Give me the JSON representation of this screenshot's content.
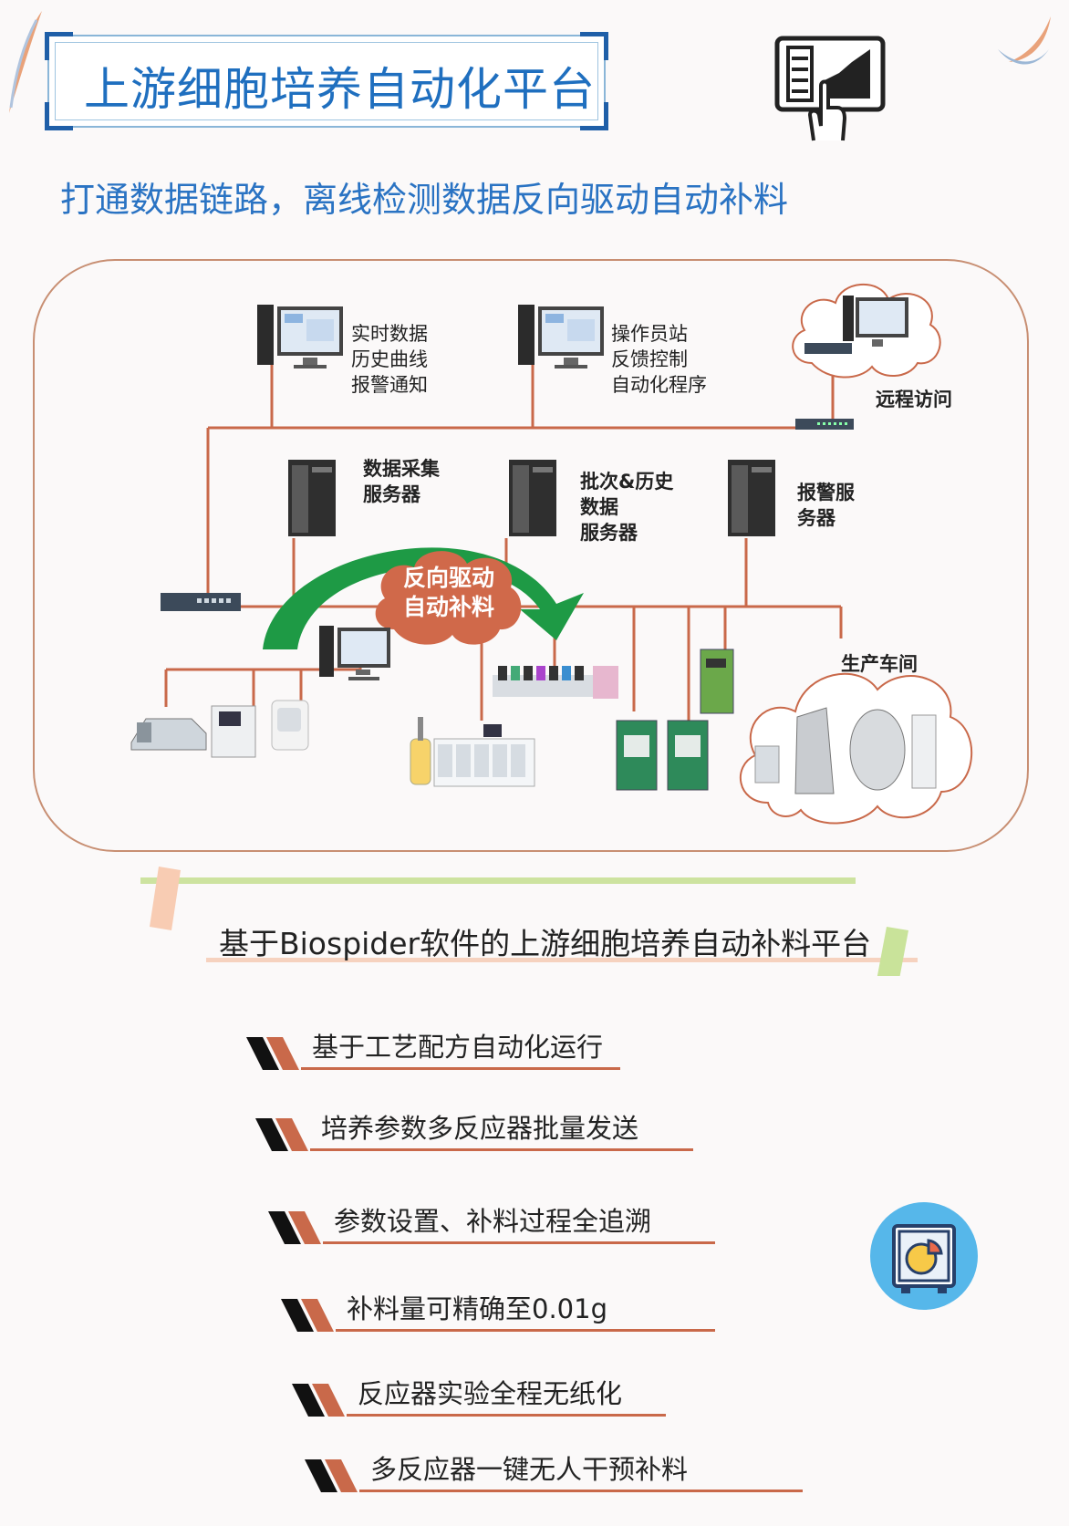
{
  "header": {
    "title": "上游细胞培养自动化平台",
    "subtitle": "打通数据链路，离线检测数据反向驱动自动补料"
  },
  "diagram": {
    "workstation_1_lines": [
      "实时数据",
      "历史曲线",
      "报警通知"
    ],
    "workstation_2_lines": [
      "操作员站",
      "反馈控制",
      "自动化程序"
    ],
    "remote_access": "远程访问",
    "server_1": [
      "数据采集",
      "服务器"
    ],
    "server_2": [
      "批次&历史",
      "数据",
      "服务器"
    ],
    "server_3": [
      "报警服",
      "务器"
    ],
    "reverse_feed": [
      "反向驱动",
      "自动补料"
    ],
    "production": "生产车间"
  },
  "banner": {
    "text": "基于Biospider软件的上游细胞培养自动补料平台"
  },
  "features": [
    "基于工艺配方自动化运行",
    "培养参数多反应器批量发送",
    "参数设置、补料过程全追溯",
    "补料量可精确至0.01g",
    "反应器实验全程无纸化",
    "多反应器一键无人干预补料"
  ],
  "colors": {
    "title_blue": "#1f6fbf",
    "line_brown": "#c9694a",
    "arrow_green": "#1e9a45",
    "bubble": "#d0694a"
  }
}
